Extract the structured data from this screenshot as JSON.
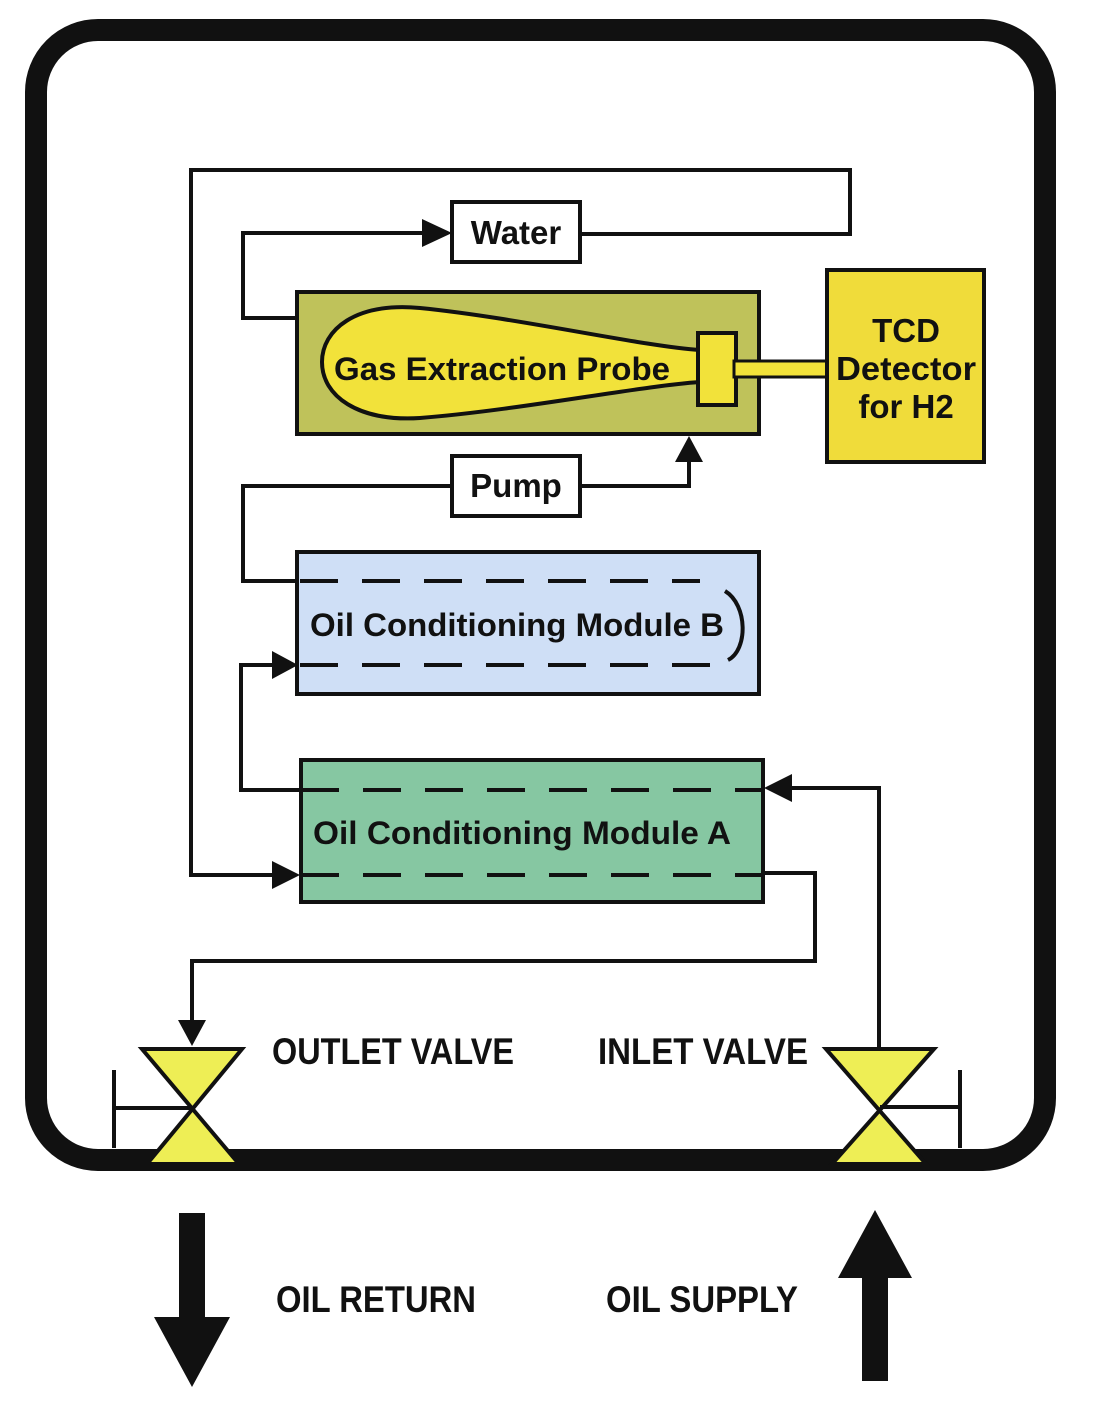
{
  "colors": {
    "line": "#111111",
    "probe_box": "#bfc25a",
    "probe_bulb": "#f2e23a",
    "tcd_box": "#f0dc3a",
    "module_b": "#cfdff6",
    "module_a": "#86c7a2",
    "valve": "#eeee55",
    "background": "#ffffff"
  },
  "labels": {
    "water": "Water",
    "pump": "Pump",
    "probe": "Gas Extraction Probe",
    "tcd_line1": "TCD",
    "tcd_line2": "Detector",
    "tcd_line3": "for H2",
    "module_b": "Oil Conditioning Module B",
    "module_a": "Oil Conditioning Module A",
    "outlet_valve": "OUTLET VALVE",
    "inlet_valve": "INLET VALVE",
    "oil_return": "OIL RETURN",
    "oil_supply": "OIL SUPPLY"
  }
}
